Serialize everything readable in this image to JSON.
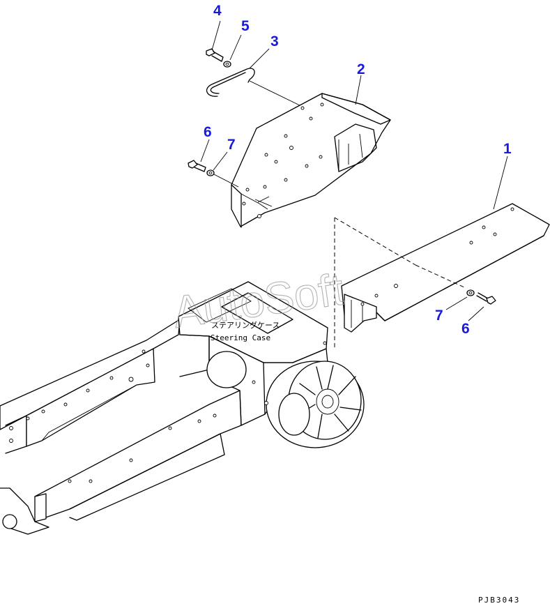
{
  "callouts": [
    {
      "id": "1",
      "label": "1"
    },
    {
      "id": "2",
      "label": "2"
    },
    {
      "id": "3",
      "label": "3"
    },
    {
      "id": "4",
      "label": "4"
    },
    {
      "id": "5",
      "label": "5"
    },
    {
      "id": "6a",
      "label": "6"
    },
    {
      "id": "7a",
      "label": "7"
    },
    {
      "id": "7b",
      "label": "7"
    },
    {
      "id": "6b",
      "label": "6"
    }
  ],
  "steering_case": {
    "label_jp": "ステアリングケース",
    "label_en": "Steering Case"
  },
  "watermark": "AutoSoft",
  "drawing_number": "PJB3043",
  "colors": {
    "callout": "#1a1adc",
    "line": "#000000",
    "watermark": "#999999"
  }
}
